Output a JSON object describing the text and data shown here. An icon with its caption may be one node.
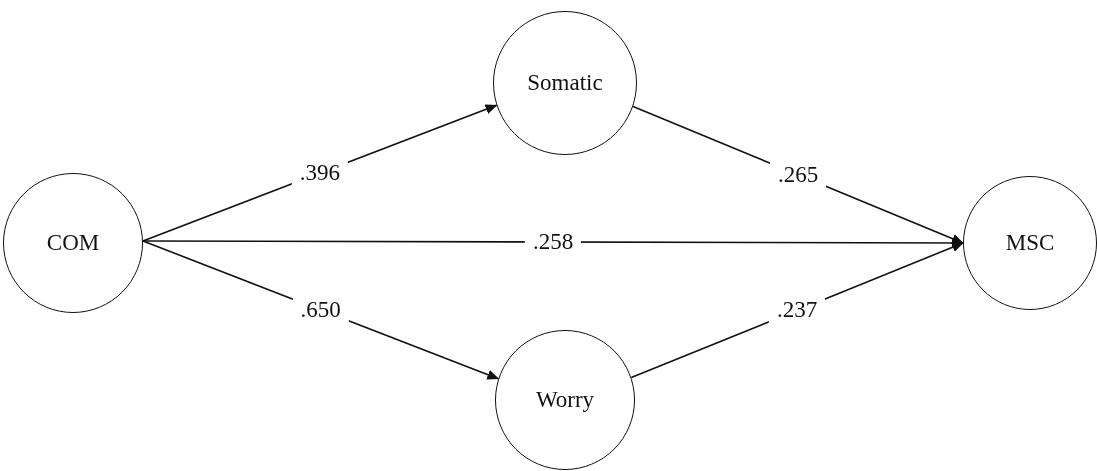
{
  "diagram": {
    "nodes": [
      {
        "text": [
          "COM"
        ]
      },
      {
        "text": [
          "Somatic"
        ]
      },
      {
        "text": [
          "Worry"
        ]
      },
      {
        "text": [
          "MSC"
        ]
      }
    ],
    "edges": [
      {
        "from": 0,
        "to": 1,
        "arrow": "to",
        "label": ".396"
      },
      {
        "from": 1,
        "to": 3,
        "arrow": "to",
        "label": ".265"
      },
      {
        "from": 0,
        "to": 3,
        "arrow": "to",
        "label": ".258"
      },
      {
        "from": 0,
        "to": 2,
        "arrow": "to",
        "label": ".650"
      },
      {
        "from": 2,
        "to": 3,
        "arrow": "to",
        "label": ".237"
      }
    ]
  }
}
